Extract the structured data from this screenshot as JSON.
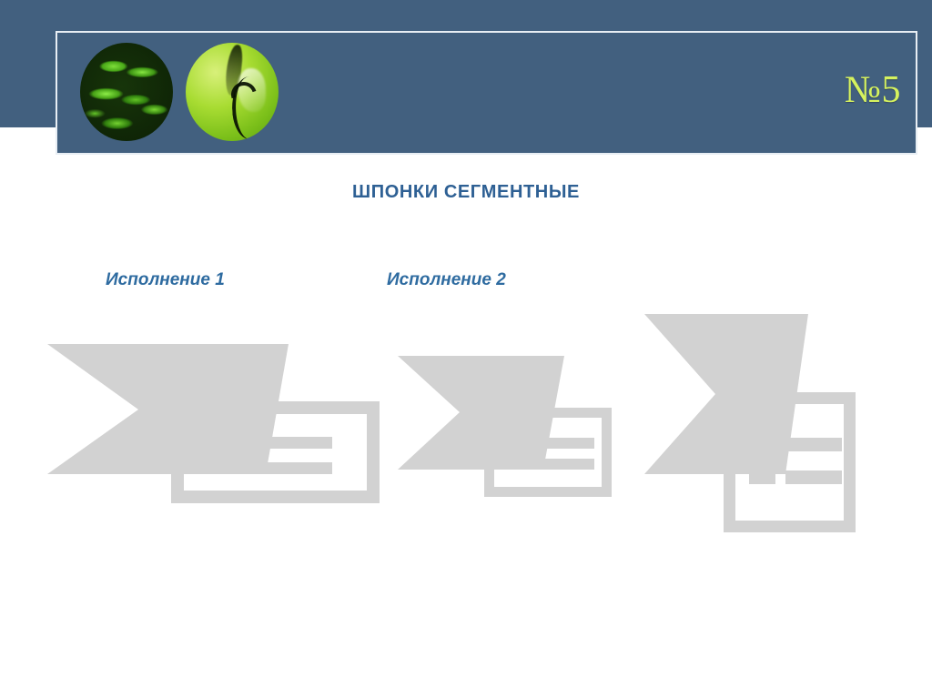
{
  "slide": {
    "number_label": "№5",
    "title": "ШПОНКИ СЕГМЕНТНЫЕ",
    "background_color": "#ffffff"
  },
  "header": {
    "band_color": "#42607f",
    "border_color": "#e8eef4",
    "number_color": "#d6f25e",
    "photos": [
      {
        "name": "dark-green-fern-circle",
        "alt": ""
      },
      {
        "name": "green-puzzle-sphere-circle",
        "alt": ""
      }
    ]
  },
  "body": {
    "title_color": "#2e6094",
    "label_color": "#2e6ba0",
    "variants": [
      {
        "label": "Исполнение 1"
      },
      {
        "label": "Исполнение 2"
      }
    ]
  },
  "placeholders": {
    "fill_color": "#d2d2d2",
    "items": [
      {
        "id": "ph1",
        "kind": "broken-image"
      },
      {
        "id": "ph2",
        "kind": "broken-image"
      },
      {
        "id": "ph3",
        "kind": "broken-image"
      }
    ]
  }
}
